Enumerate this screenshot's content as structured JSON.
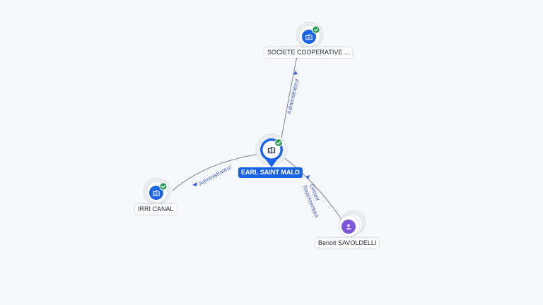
{
  "nodes": {
    "main": {
      "label": "EARL SAINT MALO",
      "type": "company",
      "icon": "company-icon",
      "verified": true
    },
    "societe": {
      "label": "SOCIETE COOPERATIVE ...",
      "type": "company",
      "icon": "company-icon",
      "verified": true
    },
    "irri": {
      "label": "IRRI CANAL",
      "type": "company",
      "icon": "company-icon",
      "verified": true
    },
    "benoit": {
      "label": "Benoit SAVOLDELLI",
      "type": "person",
      "icon": "person-icon",
      "verified": false
    }
  },
  "edges": {
    "main_societe": {
      "label": "Administrateur"
    },
    "main_irri": {
      "label": "Administrateur"
    },
    "main_benoit": {
      "label_line1": "Gérant",
      "label_line2": "Représentant"
    }
  },
  "colors": {
    "company": "#1a63e6",
    "person": "#7d56d9",
    "verified": "#1f9a50",
    "edge_label": "#4a63c9"
  }
}
